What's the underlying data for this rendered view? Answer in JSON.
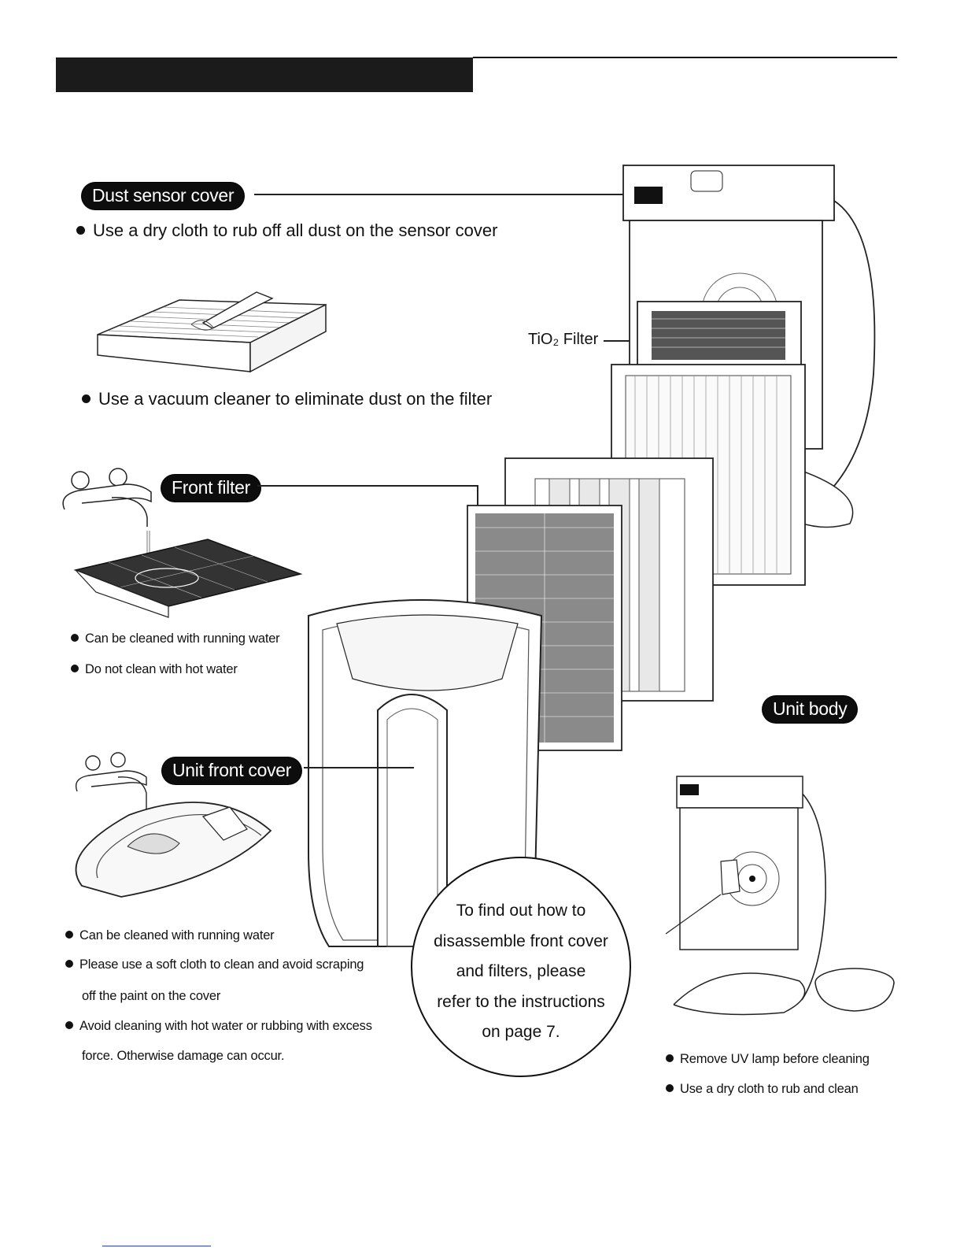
{
  "header": {
    "title": ""
  },
  "labels": {
    "dust_sensor_cover": "Dust sensor cover",
    "front_filter": "Front filter",
    "unit_front_cover": "Unit front cover",
    "unit_body": "Unit body",
    "tio2_filter": "TiO₂ Filter"
  },
  "dust_sensor": {
    "instruction": "Use a dry cloth to rub off all dust on the sensor cover",
    "filter_instruction": "Use a vacuum cleaner to eliminate dust on the filter"
  },
  "front_filter": {
    "notes": [
      "Can be cleaned with running water",
      "Do not clean with hot water"
    ]
  },
  "unit_front_cover": {
    "notes": [
      "Can be cleaned with running water",
      "Please use a soft cloth to clean and avoid scraping",
      "off the paint on the cover",
      "Avoid cleaning with hot water or rubbing with excess",
      "force. Otherwise damage can occur."
    ]
  },
  "callout": {
    "lines": [
      "To find out how to",
      "disassemble front cover",
      "and filters,  please",
      "refer to the instructions",
      "on page 7."
    ]
  },
  "unit_body": {
    "notes": [
      "Remove UV lamp before cleaning",
      "Use a dry cloth to rub and clean"
    ]
  }
}
